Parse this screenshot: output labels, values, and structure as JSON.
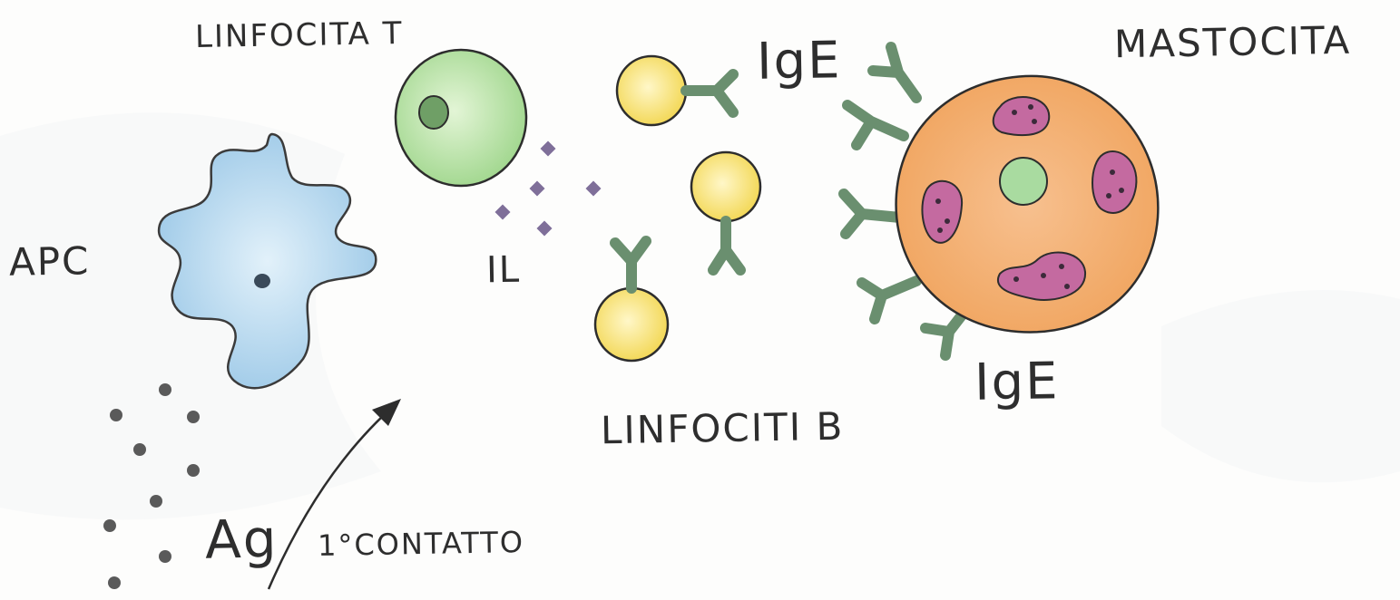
{
  "labels": {
    "apc": "APC",
    "linfocita_t": "LINFOCITA T",
    "il": "IL",
    "ige_top": "IgE",
    "mastocita": "MASTOCITA",
    "linfociti_b": "LINFOCITI B",
    "ige_bottom": "IgE",
    "ag": "Ag",
    "primo_contatto": "1°CONTATTO"
  },
  "colors": {
    "apc_fill": "#a9cfe8",
    "apc_nucleus": "#3a4a5a",
    "t_cell_fill": "#b9e3a2",
    "t_cell_nucleus": "#5e8f5a",
    "interleukin": "#7f6f99",
    "b_cell_fill": "#f5e27a",
    "antibody": "#6a8f6f",
    "mast_cell_fill": "#f3b076",
    "mast_granule": "#c46aa0",
    "mast_nucleus": "#a9dba0",
    "antigen": "#5a5a5a",
    "outline": "#2d2d2d"
  },
  "icons": [
    "apc-cell-icon",
    "t-lymphocyte-icon",
    "b-lymphocyte-icon",
    "mast-cell-icon",
    "ige-antibody-icon",
    "antigen-dot-icon",
    "interleukin-icon",
    "arrow-icon"
  ]
}
